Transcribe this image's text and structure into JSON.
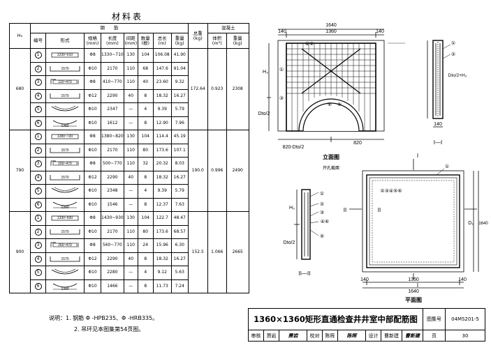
{
  "table": {
    "title": "材料表",
    "h_steel": "钢　　筋",
    "h_concrete": "混凝土",
    "cols": {
      "h3": "H₃",
      "no": "编号",
      "shape": "形式",
      "spec": "规格\n(mm)",
      "length": "长度\n(mm)",
      "spacing": "间距\n(mm)",
      "count": "数量\n(根)",
      "total_len": "总长\n(m)",
      "weight": "重量\n(kg)",
      "total_weight": "总重\n(kg)",
      "volume": "体积\n(m³)",
      "c_weight": "重量\n(kg)"
    },
    "groups": [
      {
        "h3": "680",
        "total_weight": "172.64",
        "volume": "0.923",
        "c_weight": "2308",
        "rows": [
          {
            "no": "①",
            "shape": "1230~610",
            "spec": "Φ8",
            "length": "1330~710",
            "spacing": "130",
            "count": "104",
            "total_len": "106.08",
            "weight": "41.90"
          },
          {
            "no": "②",
            "shape": "1570",
            "spec": "Φ10",
            "length": "2170",
            "spacing": "110",
            "count": "68",
            "total_len": "147.6",
            "weight": "91.04"
          },
          {
            "no": "③",
            "shape": "110~470",
            "spec": "Φ8",
            "length": "410~770",
            "spacing": "110",
            "count": "40",
            "total_len": "23.60",
            "weight": "9.32"
          },
          {
            "no": "④",
            "shape": "1570",
            "spec": "Φ12",
            "length": "2290",
            "spacing": "40",
            "count": "8",
            "total_len": "18.32",
            "weight": "16.27"
          },
          {
            "no": "⑤",
            "shape": "",
            "spec": "Φ10",
            "length": "2347",
            "spacing": "—",
            "count": "4",
            "total_len": "9.39",
            "weight": "5.79"
          },
          {
            "no": "⑥",
            "shape": "1382",
            "spec": "Φ10",
            "length": "1612",
            "spacing": "—",
            "count": "8",
            "total_len": "12.90",
            "weight": "7.96"
          }
        ]
      },
      {
        "h3": "790",
        "total_weight": "190.0",
        "volume": "0.996",
        "c_weight": "2490",
        "rows": [
          {
            "no": "①",
            "shape": "1280~720",
            "spec": "Φ8",
            "length": "1380~820",
            "spacing": "130",
            "count": "104",
            "total_len": "114.4",
            "weight": "45.19"
          },
          {
            "no": "②",
            "shape": "1570",
            "spec": "Φ10",
            "length": "2170",
            "spacing": "110",
            "count": "80",
            "total_len": "173.6",
            "weight": "107.1"
          },
          {
            "no": "③",
            "shape": "200~470",
            "spec": "Φ8",
            "length": "500~770",
            "spacing": "110",
            "count": "32",
            "total_len": "20.32",
            "weight": "8.03"
          },
          {
            "no": "④",
            "shape": "1570",
            "spec": "Φ12",
            "length": "2290",
            "spacing": "40",
            "count": "8",
            "total_len": "18.32",
            "weight": "16.27"
          },
          {
            "no": "⑤",
            "shape": "",
            "spec": "Φ10",
            "length": "2348",
            "spacing": "—",
            "count": "4",
            "total_len": "9.39",
            "weight": "5.79"
          },
          {
            "no": "⑥",
            "shape": "1390",
            "spec": "Φ10",
            "length": "1546",
            "spacing": "—",
            "count": "8",
            "total_len": "12.37",
            "weight": "7.63"
          }
        ]
      },
      {
        "h3": "900",
        "total_weight": "152.5",
        "volume": "1.066",
        "c_weight": "2665",
        "rows": [
          {
            "no": "①",
            "shape": "1330~830",
            "spec": "Φ8",
            "length": "1430~930",
            "spacing": "130",
            "count": "104",
            "total_len": "122.7",
            "weight": "48.47"
          },
          {
            "no": "②",
            "shape": "1570",
            "spec": "Φ10",
            "length": "2170",
            "spacing": "110",
            "count": "80",
            "total_len": "173.6",
            "weight": "68.57"
          },
          {
            "no": "③",
            "shape": "260~470",
            "spec": "Φ8",
            "length": "560~770",
            "spacing": "110",
            "count": "24",
            "total_len": "15.96",
            "weight": "6.30"
          },
          {
            "no": "④",
            "shape": "1570",
            "spec": "Φ12",
            "length": "2290",
            "spacing": "40",
            "count": "8",
            "total_len": "18.32",
            "weight": "16.27"
          },
          {
            "no": "⑤",
            "shape": "",
            "spec": "Φ10",
            "length": "2280",
            "spacing": "—",
            "count": "4",
            "total_len": "9.12",
            "weight": "5.63"
          },
          {
            "no": "⑥",
            "shape": "1390",
            "spec": "Φ10",
            "length": "1466",
            "spacing": "—",
            "count": "8",
            "total_len": "11.73",
            "weight": "7.24"
          }
        ]
      }
    ]
  },
  "notes": [
    "说明：1. 钢筋 Φ -HPB235、Φ -HRB335。",
    "2. 吊环见本图集第54页图。"
  ],
  "title_block": {
    "title": "1360×1360矩形直通检查井井室中部配筋图",
    "atlas_label": "图集号",
    "atlas_no": "04MS201-5",
    "review_label": "审核",
    "reviewer": "萧岩",
    "check_label": "校对",
    "checker": "陈晖",
    "design_label": "设计",
    "designer": "曹新建",
    "page_label": "页",
    "page_no": "30"
  },
  "drawings": {
    "elevation": {
      "title": "立面图",
      "subtitle": "开孔截面",
      "dims": {
        "top_total": "1640",
        "top_mid": "1360",
        "top_side": "140",
        "bottom_right": "820",
        "bottom_left": "820-Dto/2",
        "side_h": "H₃",
        "side_d": "Dto/2"
      },
      "labels": [
        "④②",
        "①",
        "③",
        "⑥",
        "⑤"
      ]
    },
    "section_1": {
      "title": "I—I",
      "dims": {
        "h": "Dto/2+H₃",
        "bottom": "140"
      },
      "labels": [
        "①",
        "②"
      ]
    },
    "section_2": {
      "title": "II—II",
      "dims": {
        "h": "H₃",
        "d": "Dto/2"
      },
      "labels": [
        "①",
        "②",
        "③",
        "④⑥",
        "⑤"
      ]
    },
    "plan": {
      "title": "平面图",
      "dims": {
        "total": "1640",
        "mid": "1360",
        "side": "140",
        "right_total": "1640",
        "right_d": "D₁"
      },
      "labels": [
        "②③④⑤⑥",
        "①"
      ],
      "cut_marks": [
        "I",
        "I",
        "II",
        "II"
      ]
    }
  }
}
